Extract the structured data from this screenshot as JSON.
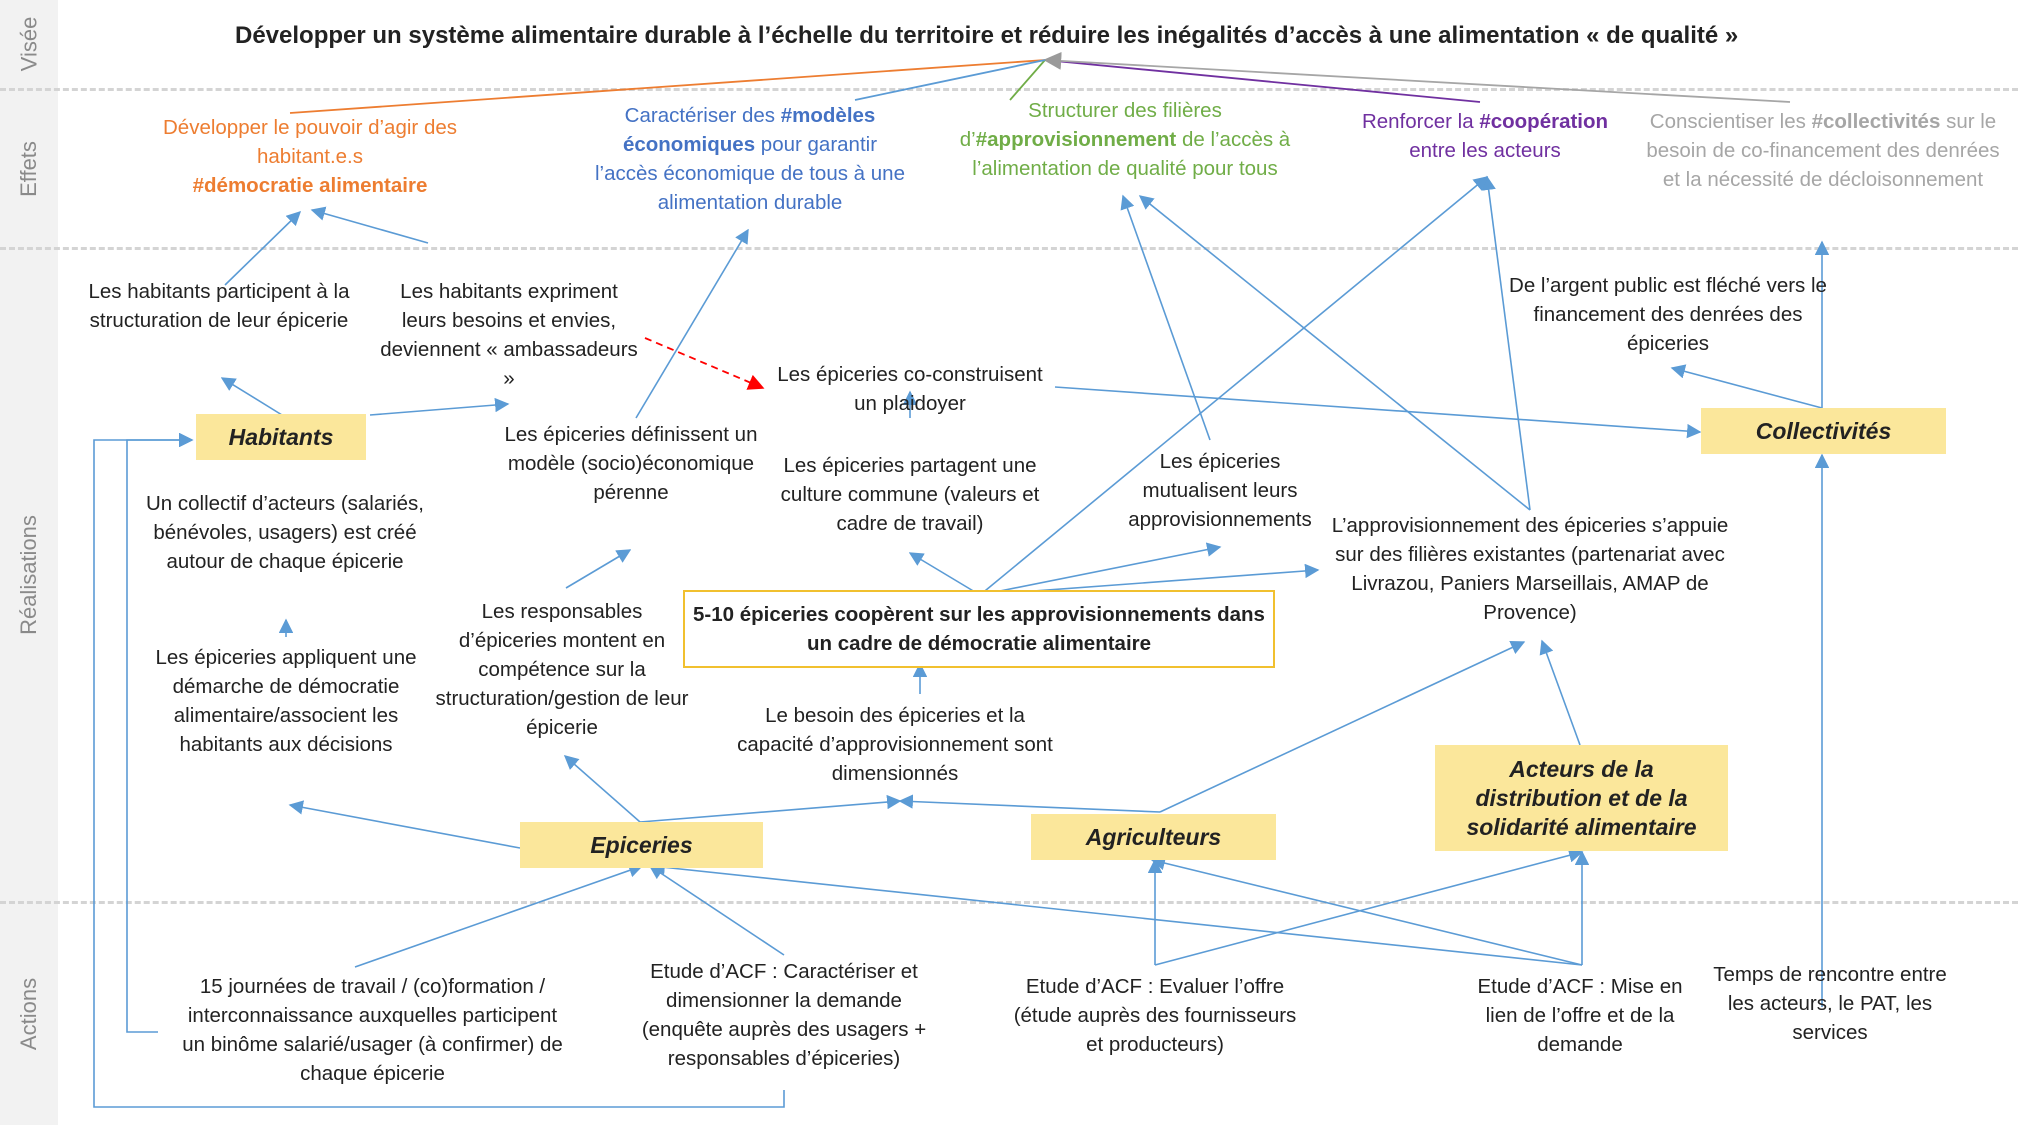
{
  "lanes": {
    "vise": "Visée",
    "effets": "Effets",
    "realisations": "Réalisations",
    "actions": "Actions"
  },
  "title": "Développer un système alimentaire durable à l’échelle du territoire et réduire les inégalités d’accès à une alimentation « de qualité »",
  "effects": {
    "e1": {
      "pre": "Développer le pouvoir d’agir des habitant.e.s",
      "tag": "#démocratie alimentaire",
      "post": ""
    },
    "e2": {
      "pre": "Caractériser des",
      "tag": "#modèles économiques",
      "post": "pour garantir l’accès économique de tous à une alimentation durable"
    },
    "e3": {
      "pre": "Structurer des filières d’",
      "tag": "#approvisionnement",
      "post": "de l’accès à l’alimentation de qualité pour tous"
    },
    "e4": {
      "pre": "Renforcer la",
      "tag": "#coopération",
      "post": "entre les acteurs"
    },
    "e5": {
      "pre": "Conscientiser les",
      "tag": "#collectivités",
      "post": "sur le besoin de co-financement des denrées et la nécessité de décloisonnement"
    }
  },
  "actors": {
    "habitants": "Habitants",
    "collectivites": "Collectivités",
    "epiceries": "Epiceries",
    "agriculteurs": "Agriculteurs",
    "acteurs_distribution": "Acteurs de la distribution  et de la solidarité  alimentaire"
  },
  "central": "5-10 épiceries coopèrent sur les approvisionnements dans un cadre de démocratie alimentaire",
  "results": {
    "r1": "Les habitants participent à la structuration de leur épicerie",
    "r2": "Les habitants expriment leurs besoins et envies, deviennent « ambassadeurs »",
    "r3": "Les épiceries co-construisent un plaidoyer",
    "r4": "Les épiceries définissent un modèle (socio)économique pérenne",
    "r5": "Les épiceries partagent une culture commune (valeurs et cadre de travail)",
    "r6": "Les épiceries mutualisent leurs approvisionnements",
    "r7": "L’approvisionnement des épiceries s’appuie sur des filières existantes (partenariat avec Livrazou, Paniers Marseillais, AMAP de Provence)",
    "r8": "De l’argent public est fléché vers le financement des denrées des épiceries",
    "r9": "Un collectif d’acteurs (salariés, bénévoles, usagers) est créé autour de chaque épicerie",
    "r10": "Les épiceries appliquent une démarche de démocratie alimentaire/associent les habitants aux décisions",
    "r11": "Les responsables d’épiceries montent en compétence sur la structuration/gestion de leur épicerie",
    "r12": "Le besoin des épiceries et la capacité d’approvisionnement sont dimensionnés"
  },
  "actions": {
    "a1": "15 journées de travail / (co)formation / interconnaissance auxquelles participent un binôme salarié/usager (à confirmer) de chaque épicerie",
    "a2": "Etude d’ACF : Caractériser et dimensionner la demande (enquête auprès des usagers + responsables d’épiceries)",
    "a3": "Etude d’ACF : Evaluer l’offre (étude auprès des fournisseurs et producteurs)",
    "a4": "Etude d’ACF : Mise en lien de l’offre et de la demande",
    "a5": "Temps de rencontre entre les acteurs, le PAT, les services"
  },
  "colors": {
    "arrow": "#5b9bd5",
    "actor_fill": "#fbe79b",
    "central_border": "#f1c02f",
    "orange": "#ed7d31",
    "blue": "#4472c4",
    "green": "#70ad47",
    "purple": "#7030a0",
    "grey": "#a6a6a6",
    "dashed_red": "#ff0000",
    "lane_label": "#8a8a8a"
  }
}
